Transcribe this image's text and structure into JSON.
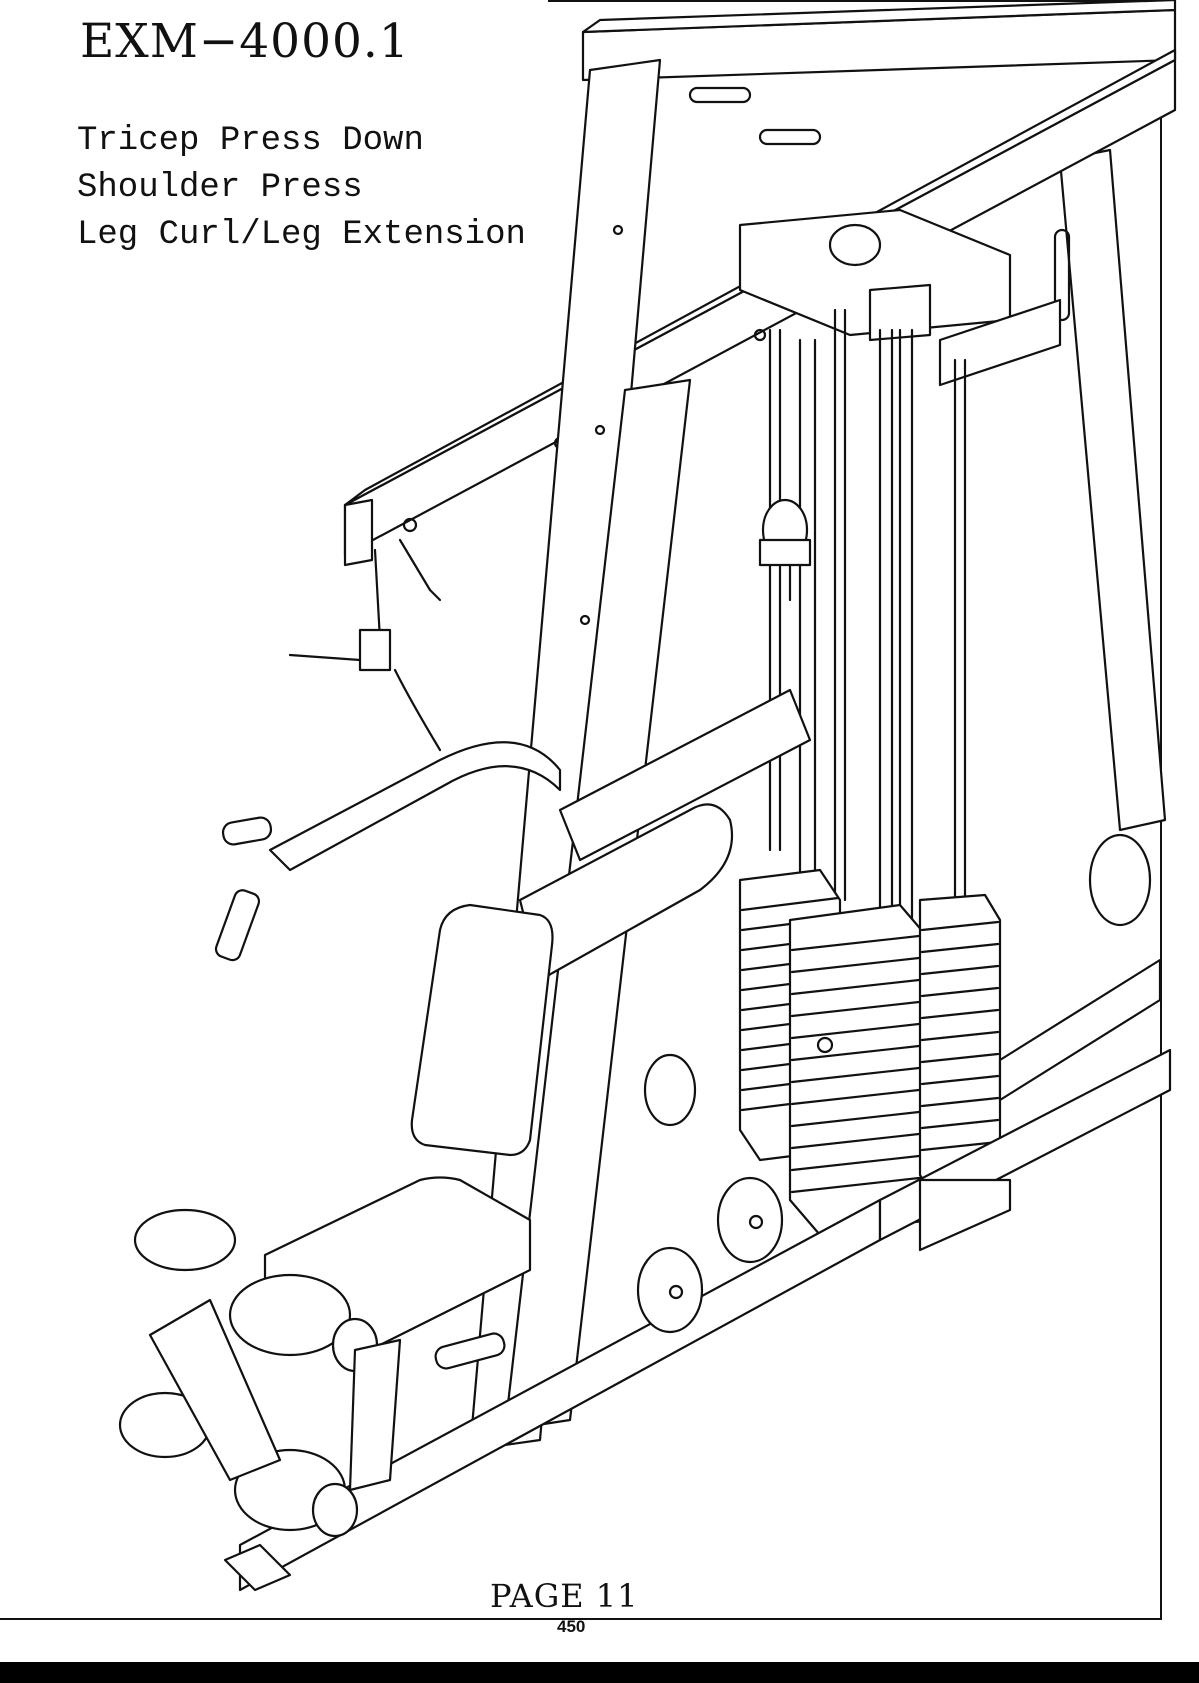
{
  "document": {
    "model": "EXM−4000.1",
    "exercises": [
      "Tricep Press Down",
      "Shoulder Press",
      "Leg Curl/Leg Extension"
    ],
    "page_label": "PAGE  11",
    "page_number": "450"
  }
}
